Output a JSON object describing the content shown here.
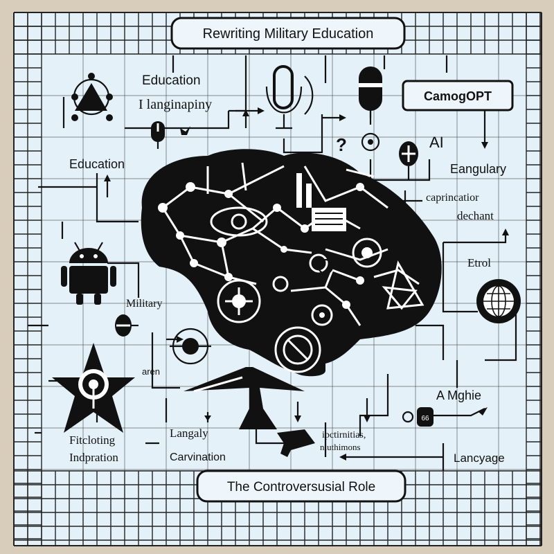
{
  "title": "Rewriting Military Education",
  "footer": "The Controversusial Role",
  "labels": {
    "education_top": "Education",
    "langinapiny": "I langinapiny",
    "education_left": "Education",
    "camogopt": "CamogOPT",
    "question": "?",
    "ai": "AI",
    "eangulary": "Eangulary",
    "caprincation": "caprincatior",
    "dechant": "dechant",
    "etrol": "Etrol",
    "military": "Military",
    "aren": "aren",
    "a_mghie": "A Mghie",
    "badge_66": "66",
    "fitcloting": "Fitcloting",
    "indpration": "Indpration",
    "langaly": "Langaly",
    "carvination": "Carvination",
    "ipctirnitias": "ipctirnitias,",
    "niuthimons": "niuthimons",
    "lancyage": "Lancyage"
  },
  "colors": {
    "page_bg": "#d8ccbb",
    "panel_bg": "#e4f1f8",
    "ink": "#111111",
    "pill_bg": "#eef6fb"
  },
  "icons": [
    "brain-circuit-icon",
    "microphone-icon",
    "android-robot-icon",
    "star-emblem-icon",
    "jet-icon",
    "globe-icon",
    "network-triangle-icon",
    "rocket-drone-icon",
    "padlock-icon",
    "target-icon"
  ]
}
